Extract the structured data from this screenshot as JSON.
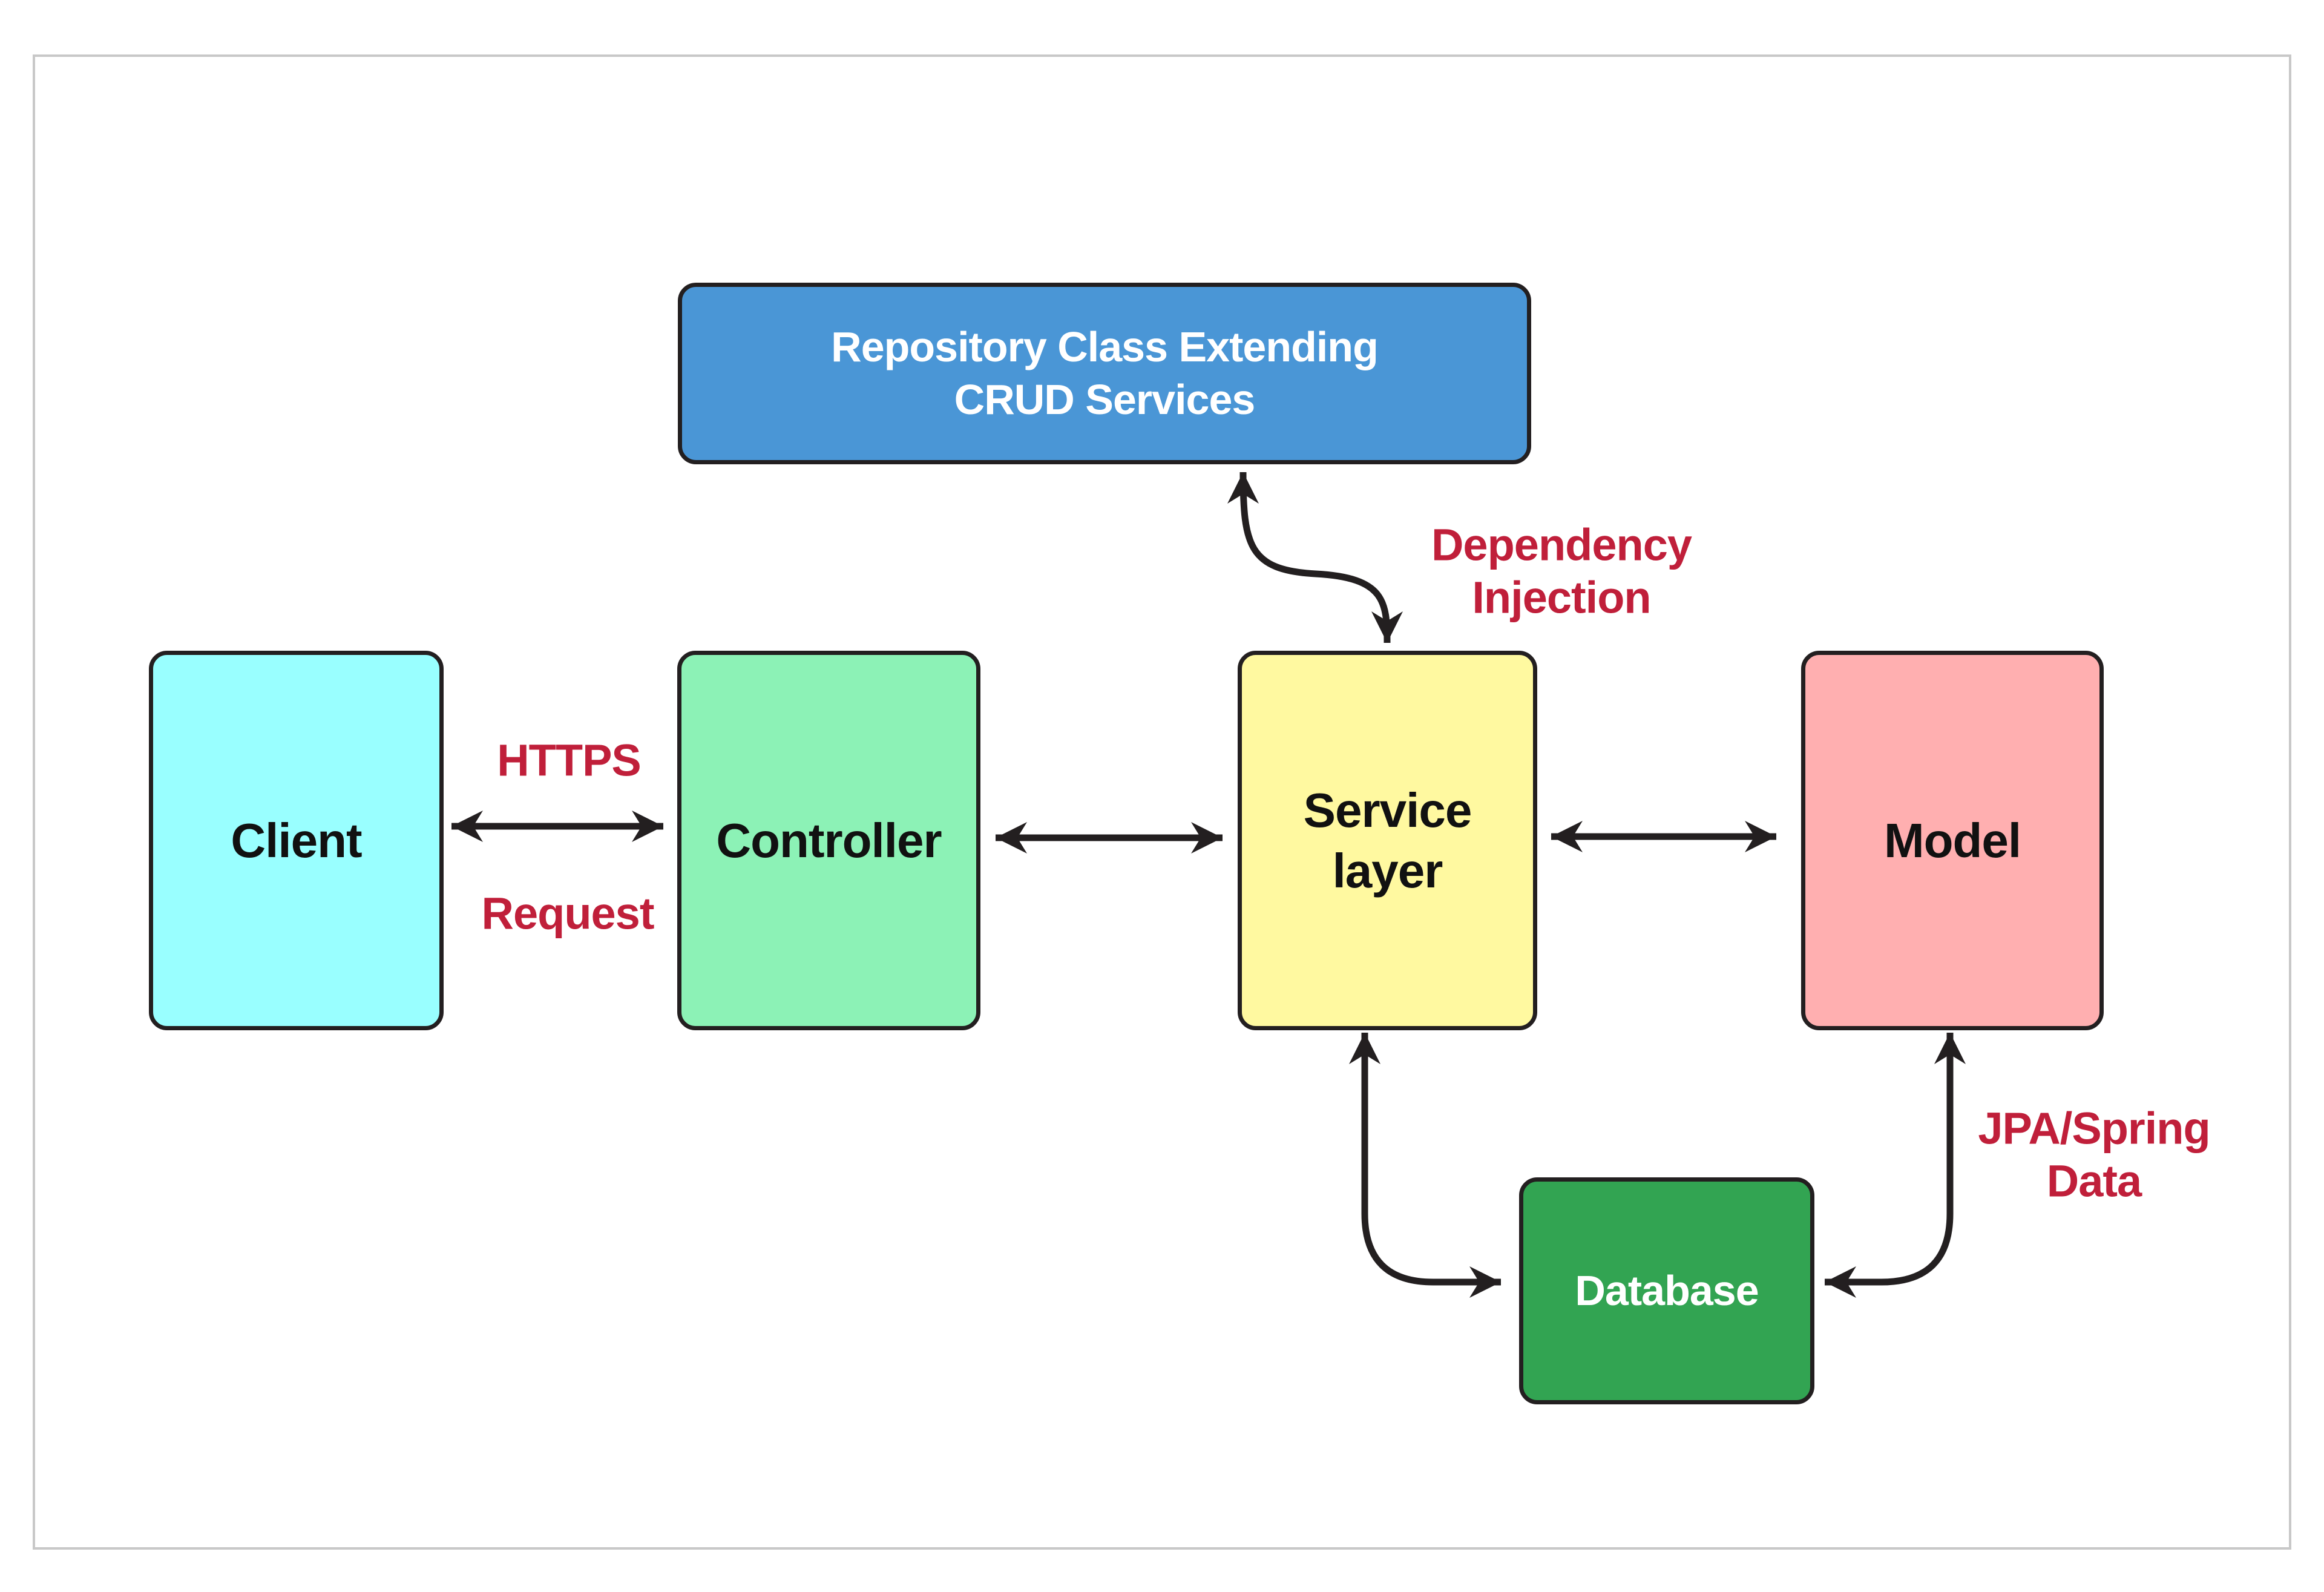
{
  "page": {
    "background": "#FFFFFF",
    "frame_border_color": "#C8C8C8"
  },
  "diagram": {
    "type": "architecture-flow-diagram",
    "nodes": {
      "repository": {
        "label": "Repository Class Extending\nCRUD Services",
        "fill": "#4A96D6",
        "text_color": "#FFFFFF"
      },
      "client": {
        "label": "Client",
        "fill": "#99FFFF",
        "text_color": "#111111"
      },
      "controller": {
        "label": "Controller",
        "fill": "#8CF2B6",
        "text_color": "#111111"
      },
      "service": {
        "label": "Service\nlayer",
        "fill": "#FFF9A0",
        "text_color": "#111111"
      },
      "model": {
        "label": "Model",
        "fill": "#FFAFB0",
        "text_color": "#111111"
      },
      "database": {
        "label": "Database",
        "fill": "#32A452",
        "text_color": "#FFFFFF"
      }
    },
    "edge_labels": {
      "https": "HTTPS",
      "request": "Request",
      "dependency_injection": "Dependency\nInjection",
      "jpa_spring_data": "JPA/Spring\nData"
    },
    "edges": [
      {
        "from": "client",
        "to": "controller",
        "direction": "bidirectional",
        "labels": [
          "HTTPS",
          "Request"
        ]
      },
      {
        "from": "controller",
        "to": "service",
        "direction": "bidirectional",
        "labels": []
      },
      {
        "from": "service",
        "to": "model",
        "direction": "bidirectional",
        "labels": []
      },
      {
        "from": "service",
        "to": "repository",
        "direction": "bidirectional",
        "labels": [
          "Dependency Injection"
        ]
      },
      {
        "from": "service",
        "to": "database",
        "direction": "bidirectional",
        "labels": []
      },
      {
        "from": "model",
        "to": "database",
        "direction": "bidirectional",
        "labels": [
          "JPA/Spring Data"
        ]
      }
    ],
    "colors": {
      "edge_label_text": "#C01F3A",
      "arrow": "#231F20",
      "node_border": "#231F20"
    }
  }
}
